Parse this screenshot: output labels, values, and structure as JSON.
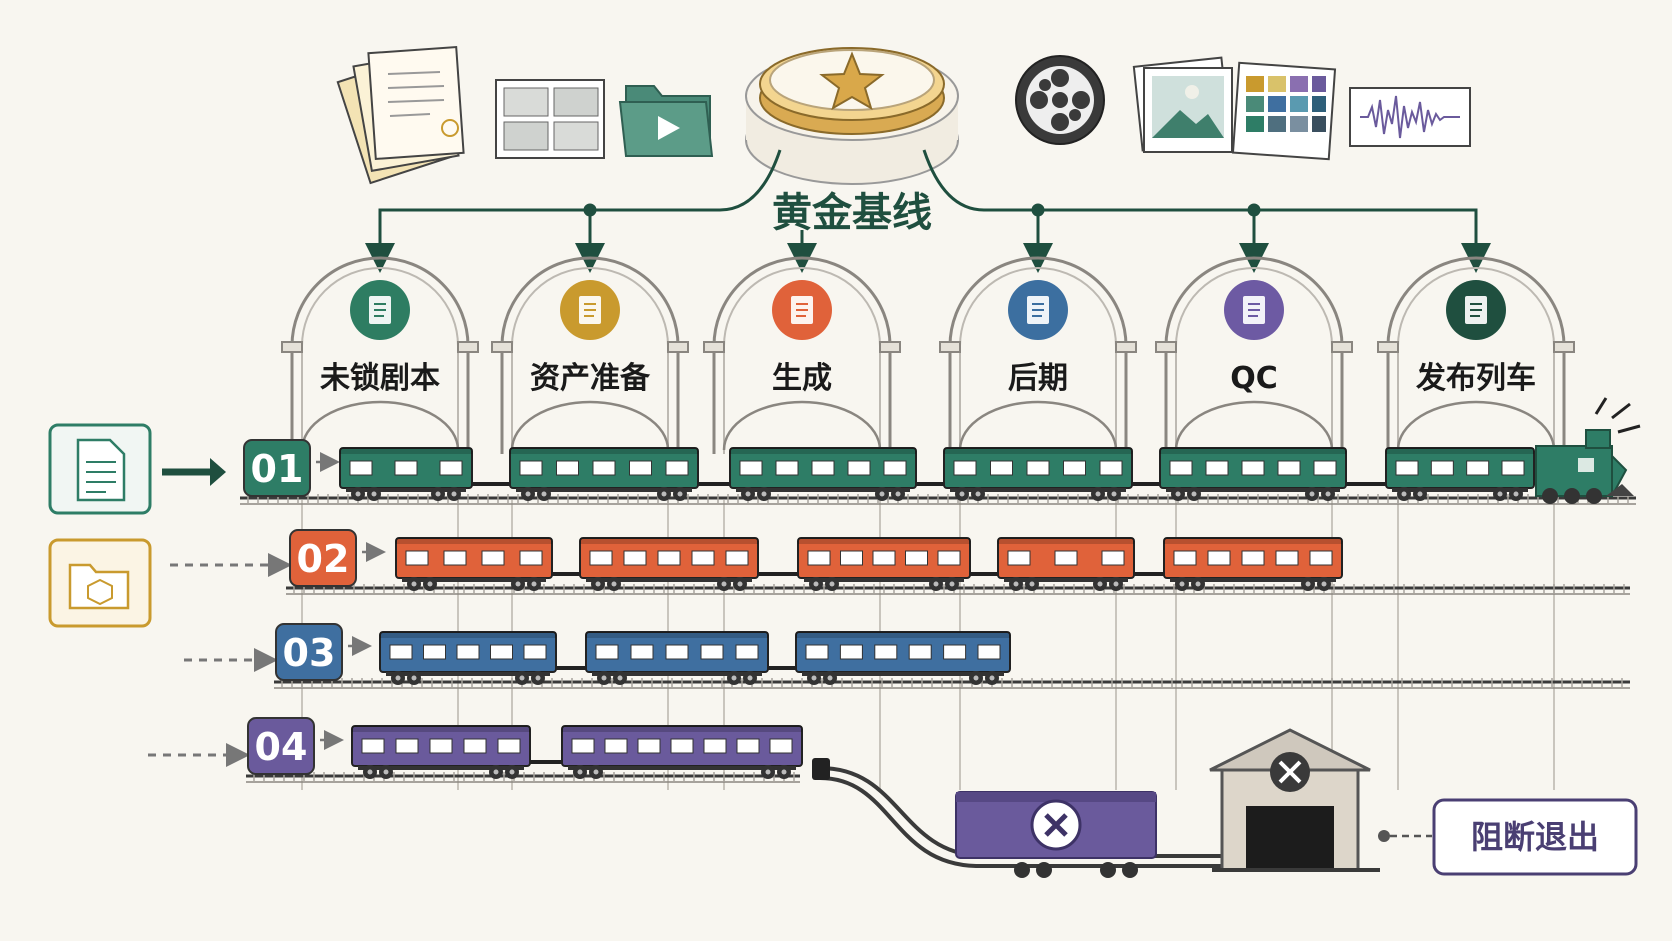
{
  "hub": {
    "label": "黄金基线",
    "icon": "gold-star-seal-icon",
    "color_line": "#1f4f3f",
    "inputs_left": [
      "document-stack-icon",
      "storyboard-grid-icon",
      "video-folder-icon"
    ],
    "inputs_right": [
      "film-reel-icon",
      "image-stack-icon",
      "color-palette-icon",
      "audio-waveform-icon"
    ]
  },
  "stations": [
    {
      "label": "未锁剧本",
      "icon": "document-icon",
      "icon_color": "#2e7d62"
    },
    {
      "label": "资产准备",
      "icon": "asset-box-icon",
      "icon_color": "#c99a2e"
    },
    {
      "label": "生成",
      "icon": "robot-icon",
      "icon_color": "#e0623a"
    },
    {
      "label": "后期",
      "icon": "film-edit-icon",
      "icon_color": "#3c6fa0"
    },
    {
      "label": "QC",
      "icon": "magnifier-check-icon",
      "icon_color": "#6d5aa3"
    },
    {
      "label": "发布列车",
      "icon": "megaphone-icon",
      "icon_color": "#1f4f3f"
    }
  ],
  "trains": [
    {
      "id": "01",
      "color": "#2e7d66",
      "source_icon": "document-icon",
      "status": "released",
      "stations_reached": 6
    },
    {
      "id": "02",
      "color": "#e0623a",
      "source_icon": "asset-folder-icon",
      "status": "in-progress",
      "stations_reached": 5
    },
    {
      "id": "03",
      "color": "#3f6fa0",
      "status": "in-progress",
      "stations_reached": 3
    },
    {
      "id": "04",
      "color": "#6a5a9c",
      "status": "blocked",
      "stations_reached": 2
    }
  ],
  "exit": {
    "label": "阻断退出",
    "depot_icon": "repair-tools-icon",
    "blocked_car_icon": "close-x-icon"
  }
}
